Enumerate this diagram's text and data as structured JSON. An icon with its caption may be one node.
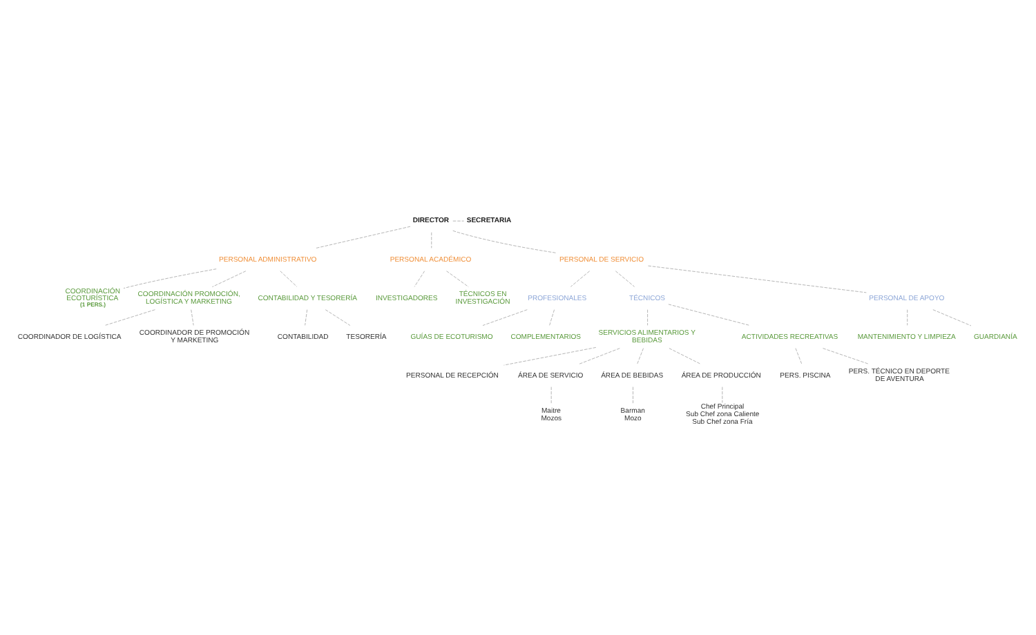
{
  "diagram": {
    "nodes": [
      {
        "text": [
          "DIRECTOR"
        ]
      },
      {
        "text": [
          "SECRETARIA"
        ]
      },
      {
        "text": [
          "PERSONAL ADMINISTRATIVO"
        ]
      },
      {
        "text": [
          "PERSONAL ACADÉMICO"
        ]
      },
      {
        "text": [
          "PERSONAL DE SERVICIO"
        ]
      },
      {
        "text": [
          "COORDINACIÓN ECOTURÍSTICA",
          "(1 PERS.)"
        ]
      },
      {
        "text": [
          "COORDINACIÓN PROMOCIÓN, LOGÍSTICA Y MARKETING"
        ]
      },
      {
        "text": [
          "CONTABILIDAD Y TESORERÍA"
        ]
      },
      {
        "text": [
          "INVESTIGADORES"
        ]
      },
      {
        "text": [
          "TÉCNICOS EN INVESTIGACIÓN"
        ]
      },
      {
        "text": [
          "COORDINADOR DE LOGÍSTICA"
        ]
      },
      {
        "text": [
          "COORDINADOR DE PROMOCIÓN Y MARKETING"
        ]
      },
      {
        "text": [
          "CONTABILIDAD"
        ]
      },
      {
        "text": [
          "TESORERÍA"
        ]
      },
      {
        "text": [
          "PROFESIONALES"
        ]
      },
      {
        "text": [
          "TÉCNICOS"
        ]
      },
      {
        "text": [
          "PERSONAL DE APOYO"
        ]
      },
      {
        "text": [
          "GUÍAS DE ECOTURISMO"
        ]
      },
      {
        "text": [
          "COMPLEMENTARIOS"
        ]
      },
      {
        "text": [
          "SERVICIOS ALIMENTARIOS Y BEBIDAS"
        ]
      },
      {
        "text": [
          "ACTIVIDADES RECREATIVAS"
        ]
      },
      {
        "text": [
          "MANTENIMIENTO Y LIMPIEZA"
        ]
      },
      {
        "text": [
          "GUARDIANÍA"
        ]
      },
      {
        "text": [
          "PERSONAL DE RECEPCIÓN"
        ]
      },
      {
        "text": [
          "ÁREA DE SERVICIO"
        ]
      },
      {
        "text": [
          "ÁREA DE BEBIDAS"
        ]
      },
      {
        "text": [
          "ÁREA DE PRODUCCIÓN"
        ]
      },
      {
        "text": [
          "PERS. PISCINA"
        ]
      },
      {
        "text": [
          "PERS. TÉCNICO EN DEPORTE DE AVENTURA"
        ]
      },
      {
        "text": [
          "Maitre",
          "Mozos"
        ]
      },
      {
        "text": [
          "Barman",
          "Mozo"
        ]
      },
      {
        "text": [
          "Chef Principal",
          "Sub Chef zona Caliente",
          "Sub Chef zona Fría"
        ]
      }
    ],
    "edges": [
      {
        "from": 0,
        "to": 1,
        "arrow": "none"
      },
      {
        "from": 0,
        "to": 2,
        "arrow": "none"
      },
      {
        "from": 0,
        "to": 3,
        "arrow": "none"
      },
      {
        "from": 0,
        "to": 4,
        "arrow": "none"
      },
      {
        "from": 2,
        "to": 5,
        "arrow": "none"
      },
      {
        "from": 2,
        "to": 6,
        "arrow": "none"
      },
      {
        "from": 2,
        "to": 7,
        "arrow": "none"
      },
      {
        "from": 3,
        "to": 8,
        "arrow": "none"
      },
      {
        "from": 3,
        "to": 9,
        "arrow": "none"
      },
      {
        "from": 6,
        "to": 10,
        "arrow": "none"
      },
      {
        "from": 6,
        "to": 11,
        "arrow": "none"
      },
      {
        "from": 7,
        "to": 12,
        "arrow": "none"
      },
      {
        "from": 7,
        "to": 13,
        "arrow": "none"
      },
      {
        "from": 4,
        "to": 14,
        "arrow": "none"
      },
      {
        "from": 4,
        "to": 15,
        "arrow": "none"
      },
      {
        "from": 4,
        "to": 16,
        "arrow": "none"
      },
      {
        "from": 14,
        "to": 17,
        "arrow": "none"
      },
      {
        "from": 14,
        "to": 18,
        "arrow": "none"
      },
      {
        "from": 15,
        "to": 19,
        "arrow": "none"
      },
      {
        "from": 15,
        "to": 20,
        "arrow": "none"
      },
      {
        "from": 16,
        "to": 21,
        "arrow": "none"
      },
      {
        "from": 16,
        "to": 22,
        "arrow": "none"
      },
      {
        "from": 19,
        "to": 23,
        "arrow": "none"
      },
      {
        "from": 19,
        "to": 24,
        "arrow": "none"
      },
      {
        "from": 19,
        "to": 25,
        "arrow": "none"
      },
      {
        "from": 19,
        "to": 26,
        "arrow": "none"
      },
      {
        "from": 20,
        "to": 27,
        "arrow": "none"
      },
      {
        "from": 20,
        "to": 28,
        "arrow": "none"
      },
      {
        "from": 24,
        "to": 29,
        "arrow": "none"
      },
      {
        "from": 25,
        "to": 30,
        "arrow": "none"
      },
      {
        "from": 26,
        "to": 31,
        "arrow": "none"
      }
    ]
  }
}
